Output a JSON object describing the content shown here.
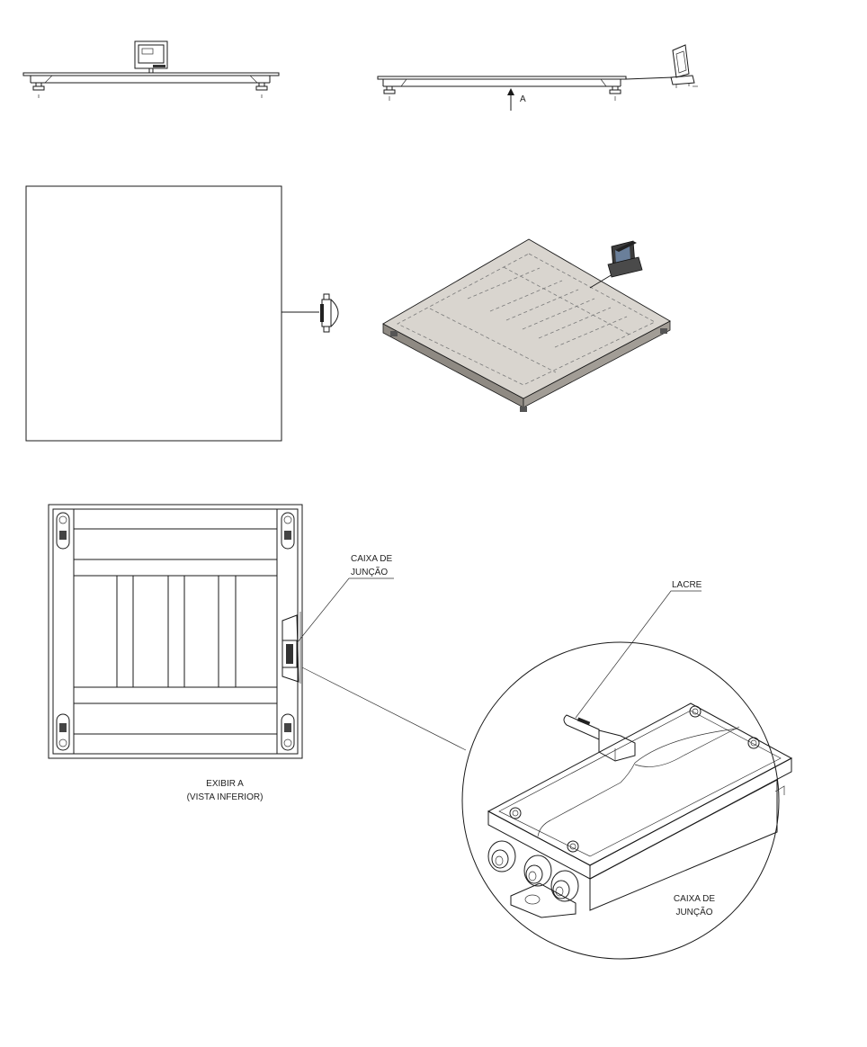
{
  "labels": {
    "section_arrow": "A",
    "junction_box_l1": "CAIXA DE",
    "junction_box_l2": "JUNÇÃO",
    "seal": "LACRE",
    "view_title_l1": "EXIBIR A",
    "view_title_l2": "(VISTA INFERIOR)",
    "detail_box_l1": "CAIXA DE",
    "detail_box_l2": "JUNÇÃO"
  },
  "colors": {
    "line": "#1a1a1a",
    "platform_fill": "#d9d5cf",
    "platform_side": "#8f8a83",
    "indicator_screen": "#6a7f9a"
  }
}
